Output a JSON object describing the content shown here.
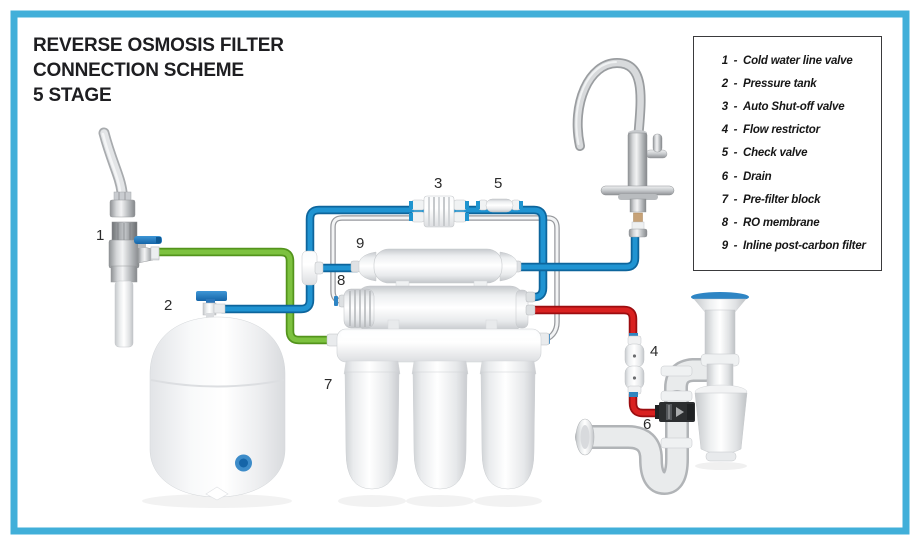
{
  "title": {
    "lines": [
      "REVERSE OSMOSIS FILTER",
      "CONNECTION SCHEME",
      "5 STAGE"
    ]
  },
  "legend": {
    "items": [
      {
        "num": "1",
        "sep": "-",
        "label": "Cold water line valve"
      },
      {
        "num": "2",
        "sep": "-",
        "label": "Pressure tank"
      },
      {
        "num": "3",
        "sep": "-",
        "label": "Auto Shut-off valve"
      },
      {
        "num": "4",
        "sep": "-",
        "label": "Flow restrictor"
      },
      {
        "num": "5",
        "sep": "-",
        "label": "Check valve"
      },
      {
        "num": "6",
        "sep": "-",
        "label": "Drain"
      },
      {
        "num": "7",
        "sep": "-",
        "label": "Pre-filter block"
      },
      {
        "num": "8",
        "sep": "-",
        "label": "RO membrane"
      },
      {
        "num": "9",
        "sep": "-",
        "label": "Inline post-carbon filter"
      }
    ]
  },
  "callouts": [
    {
      "num": "1"
    },
    {
      "num": "2"
    },
    {
      "num": "3"
    },
    {
      "num": "4"
    },
    {
      "num": "5"
    },
    {
      "num": "6"
    },
    {
      "num": "7"
    },
    {
      "num": "8"
    },
    {
      "num": "9"
    }
  ],
  "colors": {
    "frame_blue": "#41afd9",
    "pipe_blue": "#2094d2",
    "pipe_green": "#7dc23f",
    "pipe_red": "#d92120",
    "tubing_grey": "#97999d",
    "legend_border": "#3a3a3c",
    "title_text": "#1e1e21",
    "clamp_dark": "#2c2e30",
    "drain_rim_blue": "#2e85c4"
  }
}
